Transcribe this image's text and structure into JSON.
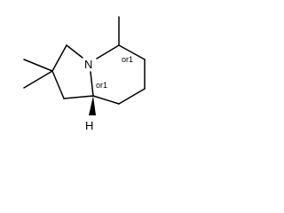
{
  "molecule": {
    "atoms": {
      "nitrogen": "N",
      "hydrogen": "H"
    },
    "stereo_labels": {
      "c5": "or1",
      "c8a": "or1"
    }
  }
}
